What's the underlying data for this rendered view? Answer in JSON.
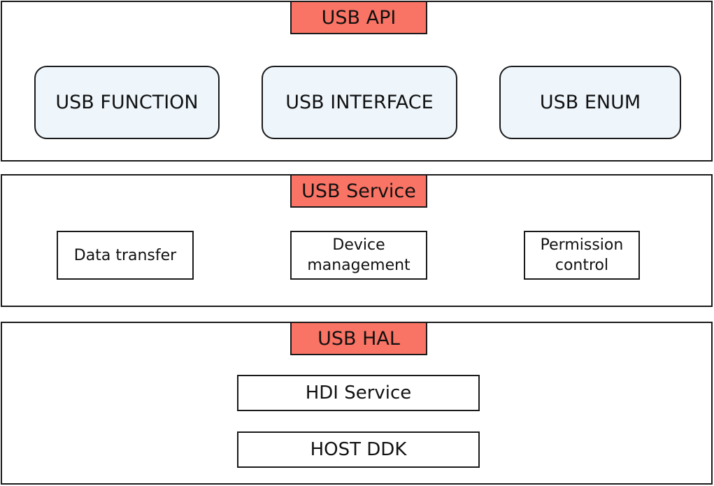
{
  "colors": {
    "title_fill": "#fa7465",
    "api_box_fill": "#eef6fc",
    "border": "#1a1a1a"
  },
  "layers": {
    "api": {
      "title": "USB API",
      "boxes": [
        "USB FUNCTION",
        "USB INTERFACE",
        "USB ENUM"
      ]
    },
    "service": {
      "title": "USB Service",
      "boxes": [
        "Data transfer",
        "Device\nmanagement",
        "Permission\ncontrol"
      ]
    },
    "hal": {
      "title": "USB HAL",
      "boxes": [
        "HDI Service",
        "HOST DDK"
      ]
    }
  }
}
